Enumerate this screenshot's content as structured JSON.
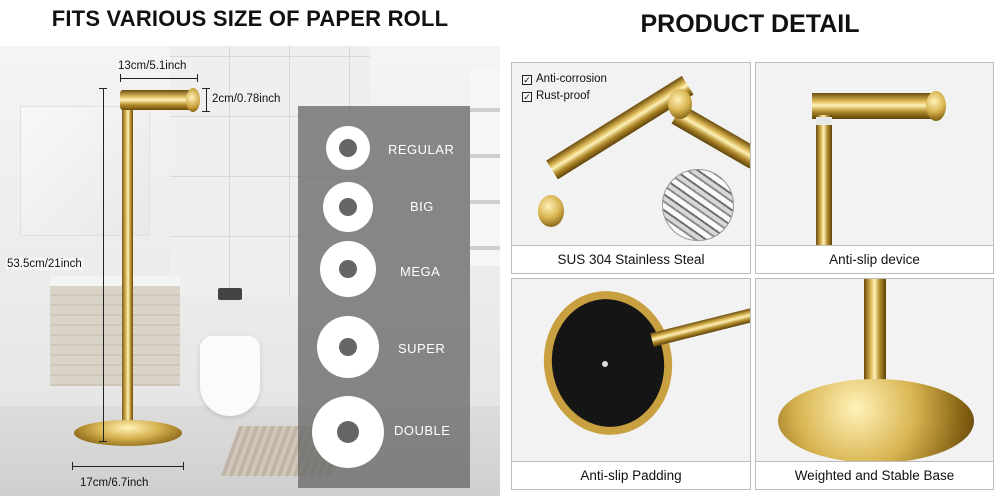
{
  "left": {
    "title": "FITS VARIOUS SIZE OF PAPER ROLL",
    "dimensions": {
      "arm_length": "13cm/5.1inch",
      "arm_diameter": "2cm/0.78inch",
      "height": "53.5cm/21inch",
      "base_diameter": "17cm/6.7inch"
    },
    "roll_sizes": [
      "REGULAR",
      "BIG",
      "MEGA",
      "SUPER",
      "DOUBLE"
    ]
  },
  "right": {
    "title": "PRODUCT DETAIL",
    "features": [
      "Anti-corrosion",
      "Rust-proof"
    ],
    "cards": [
      {
        "caption": "SUS 304 Stainless Steal"
      },
      {
        "caption": "Anti-slip device"
      },
      {
        "caption": "Anti-slip Padding"
      },
      {
        "caption": "Weighted and Stable Base"
      }
    ]
  },
  "colors": {
    "gold": "#d9b552",
    "overlay_gray": "#696969",
    "text": "#111111"
  }
}
